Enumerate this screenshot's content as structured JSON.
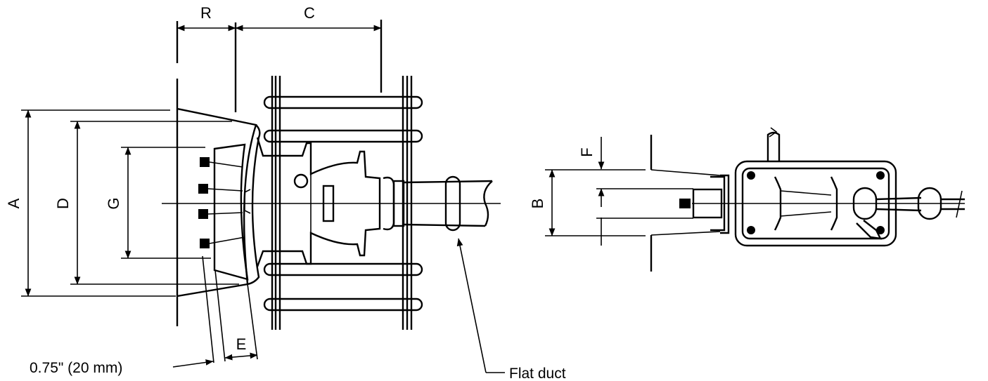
{
  "labels": {
    "R": "R",
    "C": "C",
    "A": "A",
    "D": "D",
    "G": "G",
    "E": "E",
    "F": "F",
    "B": "B"
  },
  "notes": {
    "cover": "0.75\"  (20 mm)",
    "duct": "Flat duct"
  }
}
